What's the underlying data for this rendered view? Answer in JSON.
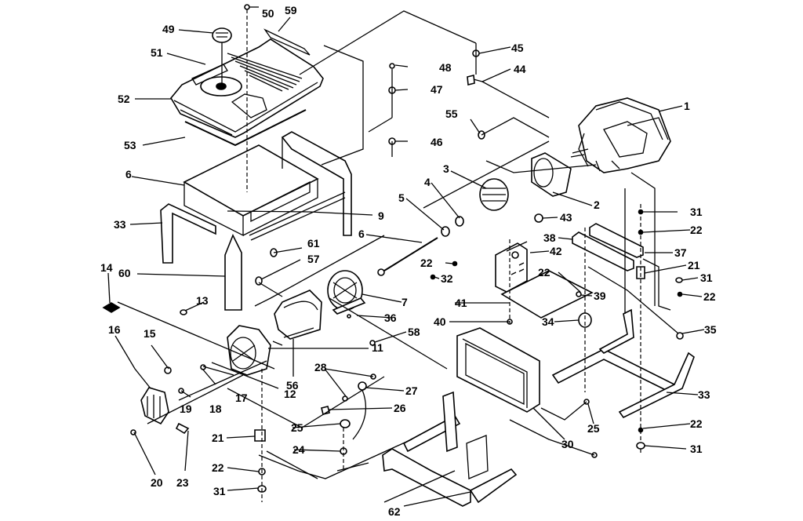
{
  "diagram": {
    "type": "exploded-parts-view",
    "subject": "generator",
    "labels": [
      {
        "id": "p50",
        "text": "50"
      },
      {
        "id": "p59",
        "text": "59"
      },
      {
        "id": "p49",
        "text": "49"
      },
      {
        "id": "p51",
        "text": "51"
      },
      {
        "id": "p52",
        "text": "52"
      },
      {
        "id": "p53",
        "text": "53"
      },
      {
        "id": "p6a",
        "text": "6"
      },
      {
        "id": "p33a",
        "text": "33"
      },
      {
        "id": "p9",
        "text": "9"
      },
      {
        "id": "p61",
        "text": "61"
      },
      {
        "id": "p57",
        "text": "57"
      },
      {
        "id": "p60",
        "text": "60"
      },
      {
        "id": "p14",
        "text": "14"
      },
      {
        "id": "p13",
        "text": "13"
      },
      {
        "id": "p16",
        "text": "16"
      },
      {
        "id": "p15",
        "text": "15"
      },
      {
        "id": "p17",
        "text": "17"
      },
      {
        "id": "p18",
        "text": "18"
      },
      {
        "id": "p19",
        "text": "19"
      },
      {
        "id": "p12",
        "text": "12"
      },
      {
        "id": "p11",
        "text": "11"
      },
      {
        "id": "p56",
        "text": "56"
      },
      {
        "id": "p20",
        "text": "20"
      },
      {
        "id": "p23",
        "text": "23"
      },
      {
        "id": "p21a",
        "text": "21"
      },
      {
        "id": "p22a",
        "text": "22"
      },
      {
        "id": "p31a",
        "text": "31"
      },
      {
        "id": "p48",
        "text": "48"
      },
      {
        "id": "p47",
        "text": "47"
      },
      {
        "id": "p46",
        "text": "46"
      },
      {
        "id": "p45",
        "text": "45"
      },
      {
        "id": "p44",
        "text": "44"
      },
      {
        "id": "p55",
        "text": "55"
      },
      {
        "id": "p3",
        "text": "3"
      },
      {
        "id": "p4",
        "text": "4"
      },
      {
        "id": "p5",
        "text": "5"
      },
      {
        "id": "p6b",
        "text": "6"
      },
      {
        "id": "p7",
        "text": "7"
      },
      {
        "id": "p36",
        "text": "36"
      },
      {
        "id": "p58",
        "text": "58"
      },
      {
        "id": "p28",
        "text": "28"
      },
      {
        "id": "p27",
        "text": "27"
      },
      {
        "id": "p26",
        "text": "26"
      },
      {
        "id": "p25a",
        "text": "25"
      },
      {
        "id": "p24",
        "text": "24"
      },
      {
        "id": "p62",
        "text": "62"
      },
      {
        "id": "p30",
        "text": "30"
      },
      {
        "id": "p25b",
        "text": "25"
      },
      {
        "id": "p1",
        "text": "1"
      },
      {
        "id": "p2",
        "text": "2"
      },
      {
        "id": "p43",
        "text": "43"
      },
      {
        "id": "p42",
        "text": "42"
      },
      {
        "id": "p22b",
        "text": "22"
      },
      {
        "id": "p32",
        "text": "32"
      },
      {
        "id": "p41",
        "text": "41"
      },
      {
        "id": "p40",
        "text": "40"
      },
      {
        "id": "p38",
        "text": "38"
      },
      {
        "id": "p22c",
        "text": "22"
      },
      {
        "id": "p39",
        "text": "39"
      },
      {
        "id": "p34",
        "text": "34"
      },
      {
        "id": "p37",
        "text": "37"
      },
      {
        "id": "p31b",
        "text": "31"
      },
      {
        "id": "p22d",
        "text": "22"
      },
      {
        "id": "p21b",
        "text": "21"
      },
      {
        "id": "p31c",
        "text": "31"
      },
      {
        "id": "p22e",
        "text": "22"
      },
      {
        "id": "p35",
        "text": "35"
      },
      {
        "id": "p33b",
        "text": "33"
      },
      {
        "id": "p22f",
        "text": "22"
      },
      {
        "id": "p31d",
        "text": "31"
      }
    ]
  }
}
